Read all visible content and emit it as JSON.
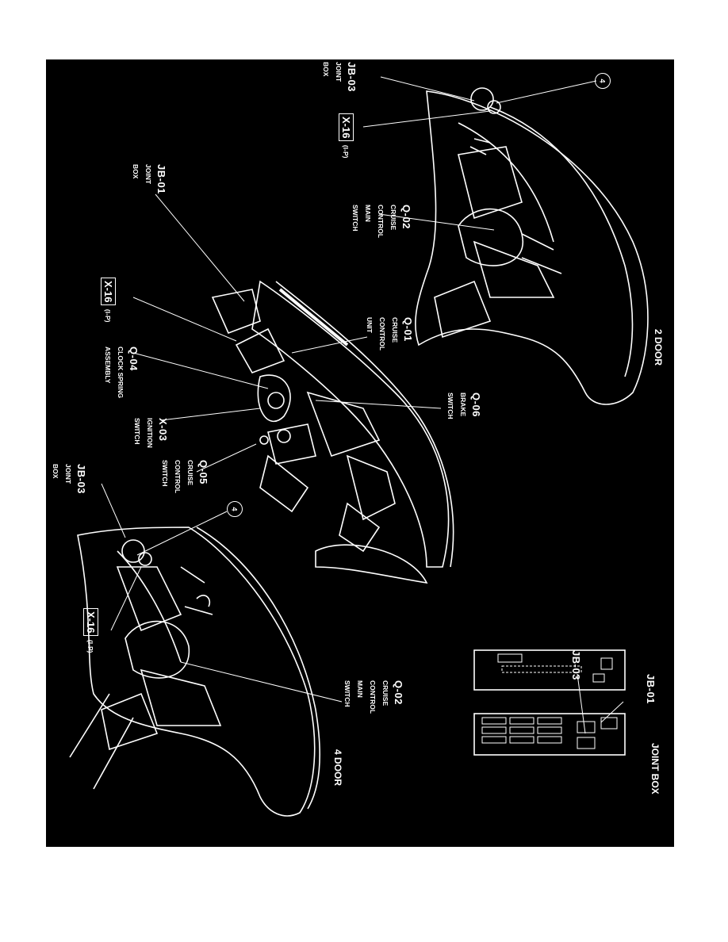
{
  "views": {
    "two_door": {
      "title": "2 DOOR",
      "labels": {
        "jb03": {
          "id": "JB-03",
          "desc": [
            "JOINT",
            "BOX"
          ]
        },
        "x16": {
          "id": "X-16",
          "sub": "(I-P)"
        },
        "q02": {
          "id": "Q-02",
          "desc": [
            "CRUISE",
            "CONTROL",
            "MAIN",
            "SWITCH"
          ]
        },
        "callout": "4"
      }
    },
    "center": {
      "labels": {
        "jb01": {
          "id": "JB-01",
          "desc": [
            "JOINT",
            "BOX"
          ]
        },
        "x16": {
          "id": "X-16",
          "sub": "(I-P)"
        },
        "q01": {
          "id": "Q-01",
          "desc": [
            "CRUISE",
            "CONTROL",
            "UNIT"
          ]
        },
        "q04": {
          "id": "Q-04",
          "desc": [
            "CLOCK SPRING",
            "ASSEMBLY"
          ]
        },
        "q06": {
          "id": "Q-06",
          "desc": [
            "BRAKE",
            "SWITCH"
          ]
        },
        "x03": {
          "id": "X-03",
          "desc": [
            "IGNITION",
            "SWITCH"
          ]
        },
        "q05": {
          "id": "Q-05",
          "desc": [
            "CRUISE",
            "CONTROL",
            "SWITCH"
          ]
        }
      }
    },
    "four_door": {
      "title": "4 DOOR",
      "labels": {
        "jb03": {
          "id": "JB-03",
          "desc": [
            "JOINT",
            "BOX"
          ]
        },
        "x16": {
          "id": "X-16",
          "sub": "(I-P)"
        },
        "q02": {
          "id": "Q-02",
          "desc": [
            "CRUISE",
            "CONTROL",
            "MAIN",
            "SWITCH"
          ]
        },
        "callout": "4"
      }
    },
    "joint_box": {
      "title": "JOINT BOX",
      "jb01": "JB-01",
      "jb03": "JB-03"
    }
  }
}
